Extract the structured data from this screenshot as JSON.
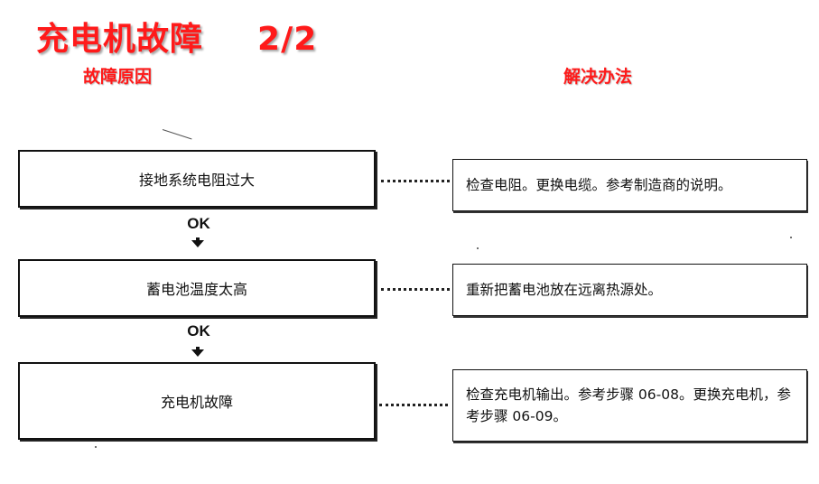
{
  "header": {
    "title": "充电机故障",
    "page": "2/2",
    "cause_heading": "故障原因",
    "solution_heading": "解决办法"
  },
  "flow": {
    "ok_label": "OK",
    "steps": [
      {
        "cause": "接地系统电阻过大",
        "solution": "检查电阻。更换电缆。参考制造商的说明。"
      },
      {
        "cause": "蓄电池温度太高",
        "solution": "重新把蓄电池放在远离热源处。"
      },
      {
        "cause": "充电机故障",
        "solution": "检查充电机输出。参考步骤 06-08。更换充电机，参考步骤 06-09。"
      }
    ]
  },
  "colors": {
    "heading_red": "#ff1a1a",
    "line_black": "#111111",
    "background": "#ffffff"
  }
}
